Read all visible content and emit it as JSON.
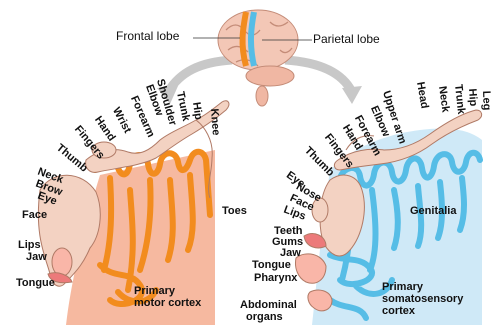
{
  "top": {
    "frontal_lobe": "Frontal lobe",
    "parietal_lobe": "Parietal lobe"
  },
  "motor": {
    "title_line1": "Primary",
    "title_line2": "motor cortex",
    "arc_labels": [
      "Neck",
      "Brow",
      "Eye",
      "Thumb",
      "Fingers",
      "Hand",
      "Wrist",
      "Forearm",
      "Elbow",
      "Shoulder",
      "Trunk",
      "Hip",
      "Knee"
    ],
    "side_labels": [
      "Face",
      "Lips",
      "Jaw",
      "Tongue"
    ],
    "toes": "Toes"
  },
  "sensory": {
    "title_line1": "Primary",
    "title_line2": "somatosensory",
    "title_line3": "cortex",
    "arc_labels": [
      "Eye",
      "Nose",
      "Face",
      "Lips",
      "Thumb",
      "Fingers",
      "Hand",
      "Forearm",
      "Elbow",
      "Upper arm",
      "Head",
      "Neck",
      "Trunk",
      "Hip",
      "Leg"
    ],
    "side_labels": [
      "Teeth",
      "Gums",
      "Jaw",
      "Tongue",
      "Pharynx",
      "Abdominal",
      "organs"
    ],
    "genitalia": "Genitalia"
  },
  "colors": {
    "motor_fill": "#f6b9a0",
    "motor_gyrus": "#f28c1e",
    "sensory_fill": "#cfe9f7",
    "sensory_gyrus": "#56bde6",
    "arrow": "#c8c8c8"
  }
}
